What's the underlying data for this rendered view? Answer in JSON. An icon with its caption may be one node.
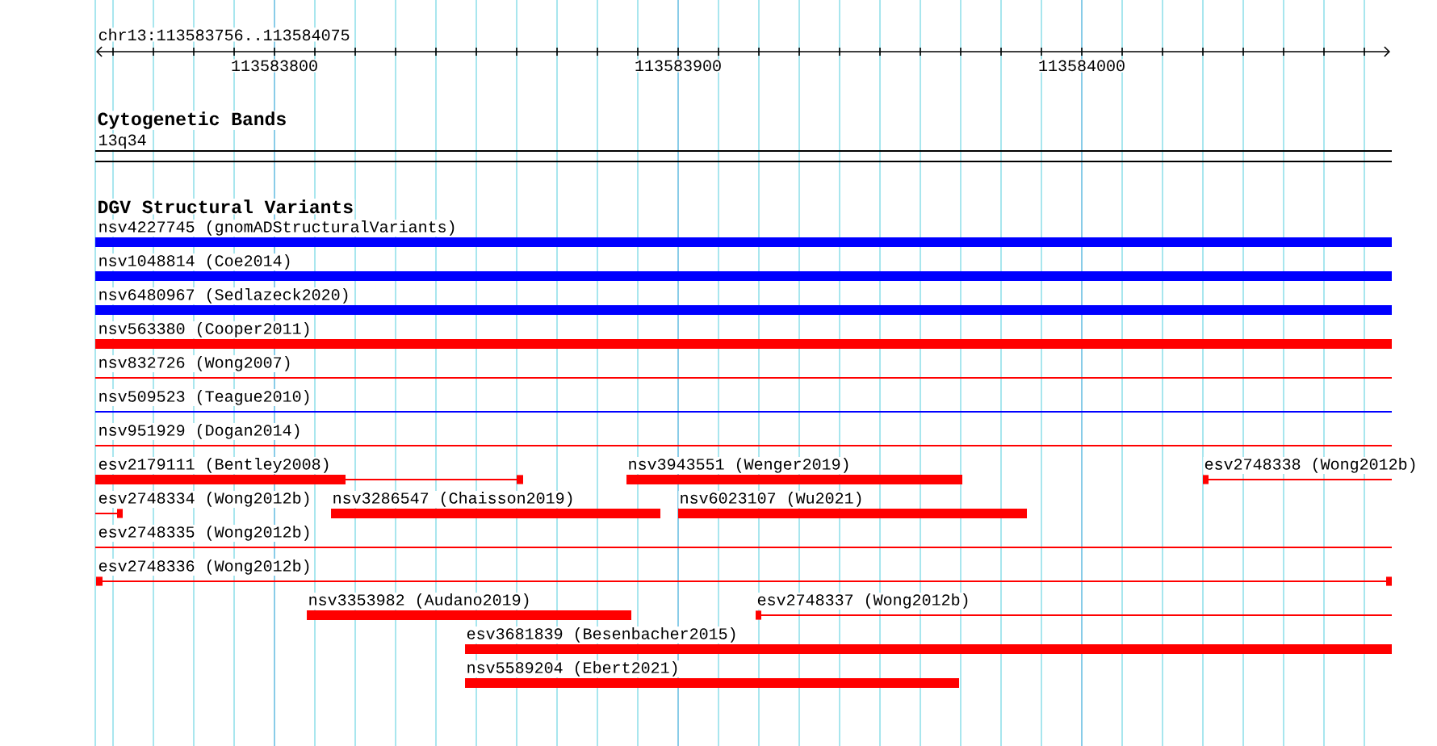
{
  "diagram": {
    "nodes": [
      {
        "text": [
          "Cytogenetic Bands",
          "13q34"
        ]
      },
      {
        "text": [
          "nsv4227745 (gnomADStructuralVariants)"
        ]
      },
      {
        "text": [
          "nsv1048814 (Coe2014)"
        ]
      },
      {
        "text": [
          "nsv6480967 (Sedlazeck2020)"
        ]
      },
      {
        "text": [
          "nsv563380 (Cooper2011)"
        ]
      },
      {
        "text": [
          "nsv832726 (Wong2007)"
        ]
      },
      {
        "text": [
          "nsv509523 (Teague2010)"
        ]
      },
      {
        "text": [
          "nsv951929 (Dogan2014)"
        ]
      },
      {
        "text": [
          "esv2179111 (Bentley2008)"
        ]
      },
      {
        "text": [
          "nsv3943551 (Wenger2019)"
        ]
      },
      {
        "text": [
          "esv2748338 (Wong2012b)"
        ]
      },
      {
        "text": [
          "esv2748334 (Wong2012b)"
        ]
      },
      {
        "text": [
          "nsv3286547 (Chaisson2019)"
        ]
      },
      {
        "text": [
          "nsv6023107 (Wu2021)"
        ]
      },
      {
        "text": [
          "esv2748335 (Wong2012b)"
        ]
      },
      {
        "text": [
          "esv2748336 (Wong2012b)"
        ]
      },
      {
        "text": [
          "nsv3353982 (Audano2019)"
        ]
      },
      {
        "text": [
          "esv2748337 (Wong2012b)"
        ]
      },
      {
        "text": [
          "esv3681839 (Besenbacher2015)"
        ]
      },
      {
        "text": [
          "nsv5589204 (Ebert2021)"
        ]
      }
    ],
    "labels": [
      "chr13:113583756..113584075",
      "113583800",
      "113583900",
      "113584000",
      "DGV Structural Variants"
    ]
  }
}
